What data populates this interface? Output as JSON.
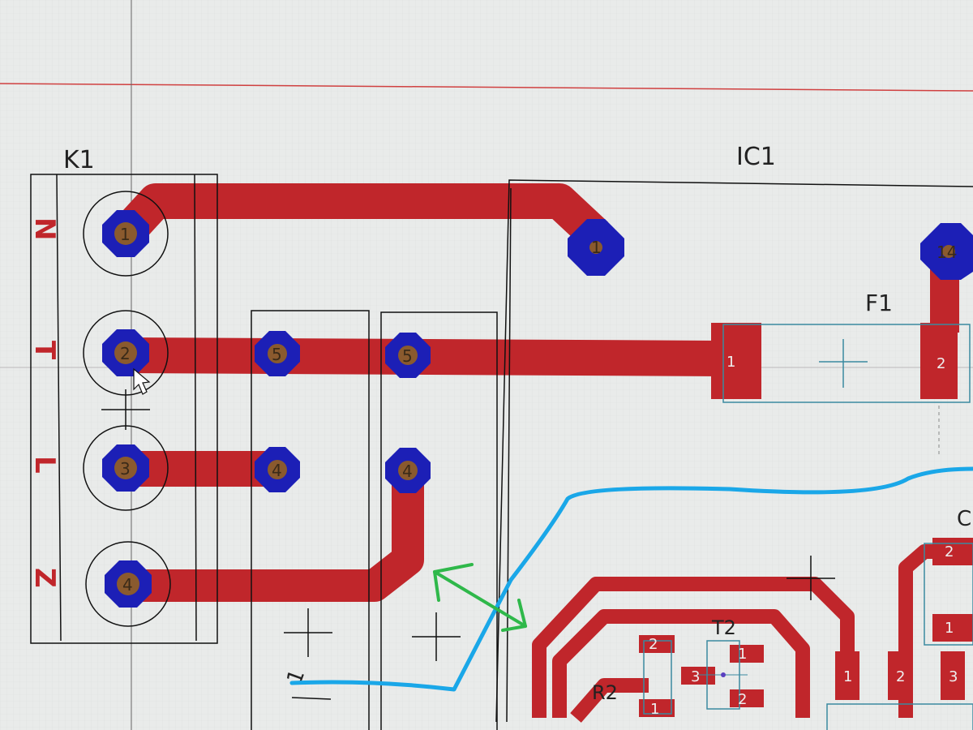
{
  "board": {
    "colors": {
      "background": "#e9ebea",
      "trace": "#c0262b",
      "pad_ring": "#1c1fb6",
      "drill": "#8a5a2e",
      "outline": "#111111",
      "board_edge": "#d04040",
      "annotation_blue": "#1aa7e8",
      "annotation_green": "#2fb84a"
    },
    "components": {
      "k1": {
        "label": "K1",
        "pins": [
          "1",
          "2",
          "3",
          "4"
        ],
        "side_marks": [
          "N",
          "T",
          "L",
          "Z"
        ]
      },
      "ic1": {
        "label": "IC1",
        "pins": [
          "1",
          "14"
        ]
      },
      "relay_a": {
        "pins": [
          "5",
          "4"
        ]
      },
      "relay_b": {
        "pins": [
          "5",
          "4"
        ],
        "bottom_mark": "1"
      },
      "f1": {
        "label": "F1",
        "pins": [
          "1",
          "2"
        ]
      },
      "t2": {
        "label": "T2",
        "pins": [
          "1",
          "2",
          "3"
        ]
      },
      "r2": {
        "label": "R2",
        "pins": [
          "2",
          "1"
        ]
      },
      "connector_right": {
        "label": "C",
        "pins": [
          "1",
          "2",
          "3"
        ],
        "side_pins": [
          "2",
          "1"
        ]
      }
    }
  }
}
